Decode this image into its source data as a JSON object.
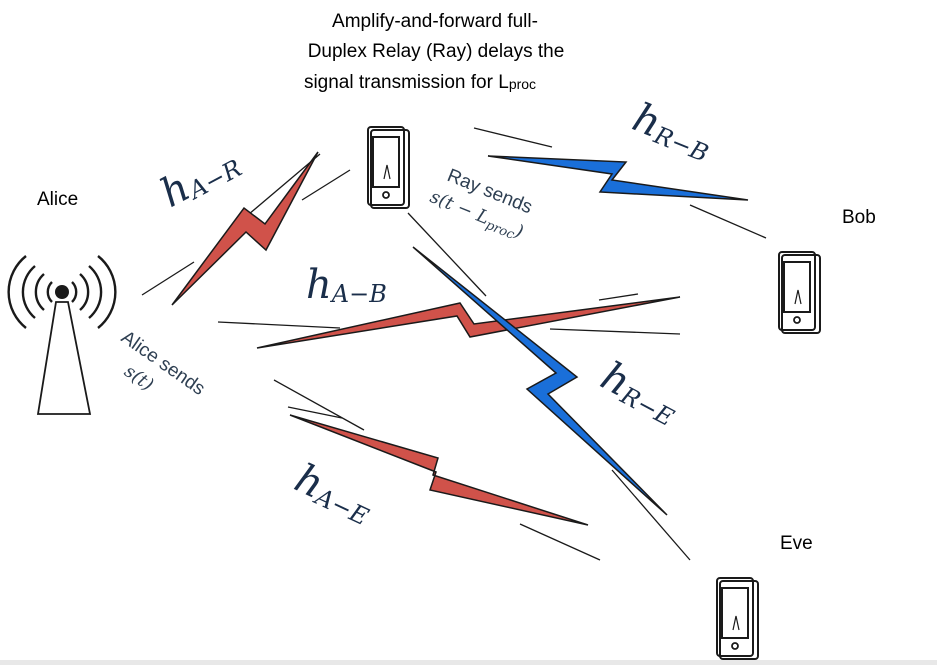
{
  "title": {
    "line1": "Amplify-and-forward full-",
    "line2": "Duplex Relay (Ray) delays the",
    "line3": "signal transmission for L",
    "line3_sub": "proc"
  },
  "nodes": {
    "alice": "Alice",
    "bob": "Bob",
    "eve": "Eve"
  },
  "channels": {
    "h": "h",
    "a_r": "A−R",
    "r_b": "R−B",
    "a_b": "A−B",
    "r_e": "R−E",
    "a_e": "A−E"
  },
  "annotations": {
    "alice_sends": "Alice sends",
    "alice_signal": "s(t)",
    "ray_sends": "Ray sends",
    "ray_signal": "s(t − L",
    "ray_signal_sub": "proc",
    "ray_signal_end": ")"
  },
  "colors": {
    "red_bolt": "#d0524a",
    "blue_bolt": "#1a6fd9",
    "outline": "#1a1a1a",
    "channel_text": "#1a2e4a"
  },
  "icons": {
    "alice": "antenna-tower-icon",
    "relay": "smartphone-icon",
    "bob": "smartphone-icon",
    "eve": "smartphone-icon"
  }
}
